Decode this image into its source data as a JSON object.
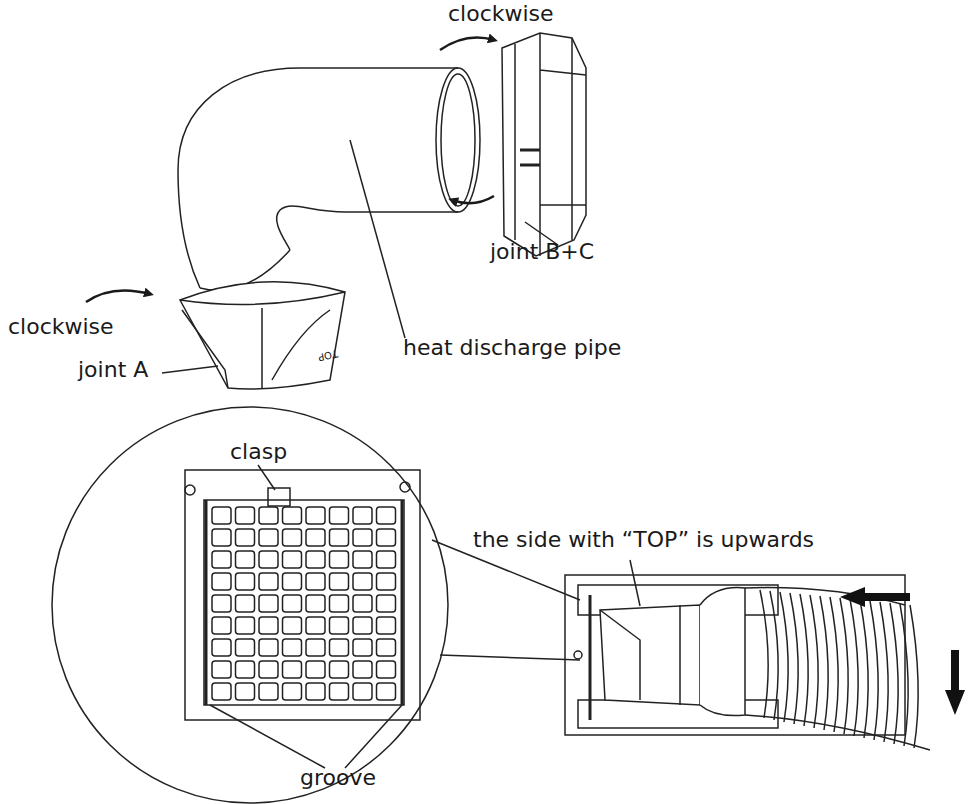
{
  "diagram": {
    "labels": [
      "clockwise",
      "joint B+C",
      "clockwise",
      "heat discharge pipe",
      "joint A",
      "TOP",
      "clasp",
      "the side with “TOP” is upwards",
      "groove"
    ]
  }
}
